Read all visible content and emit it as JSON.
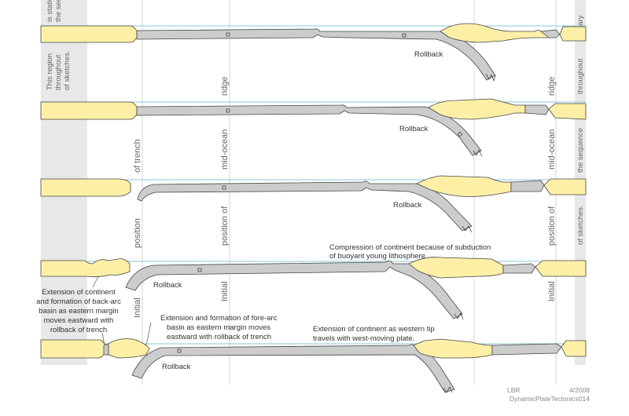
{
  "left_note": {
    "lines": [
      "is stationary",
      "the sequence",
      "This region",
      "throughout",
      "of sketches."
    ]
  },
  "right_note": {
    "lines": [
      "nary",
      "throughout",
      "the sequence",
      "of sketches."
    ]
  },
  "column_labels": {
    "initial_trench": [
      "of trench",
      "position",
      "Initial"
    ],
    "midocean_left": [
      "ridge",
      "mid-ocean",
      "position of",
      "Initial"
    ],
    "midocean_right": [
      "ridge",
      "mid-ocean",
      "position of",
      "Initial"
    ]
  },
  "annotations": {
    "rollback_1": "Rollback",
    "rollback_2": "Rollback",
    "rollback_3": "Rollback",
    "rollback_4": "Rollback",
    "rollback_5": "Rollback",
    "compression": [
      "Compression of continent because of subduction",
      "of buoyant young lithosphere"
    ],
    "backarc": [
      "Extension of continent",
      "and formation of back-arc",
      "basin as eastern margin",
      "moves eastward with",
      "rollback of trench"
    ],
    "forearc": [
      "Extension and formation of fore-arc",
      "basin as eastern margin moves",
      "eastward with rollback of trench"
    ],
    "western_tip": [
      "Extension of continent as western tip",
      "travels with west-moving plate."
    ]
  },
  "credits": {
    "author": "LBR",
    "date": "4/2008",
    "filename": "DynamicPlateTectonics014"
  },
  "colors": {
    "continent": "#fdf0a6",
    "plate": "#cccccc",
    "sea_line": "#88c8d8",
    "column_shade": "#e6e6e6",
    "outline": "#444444"
  }
}
